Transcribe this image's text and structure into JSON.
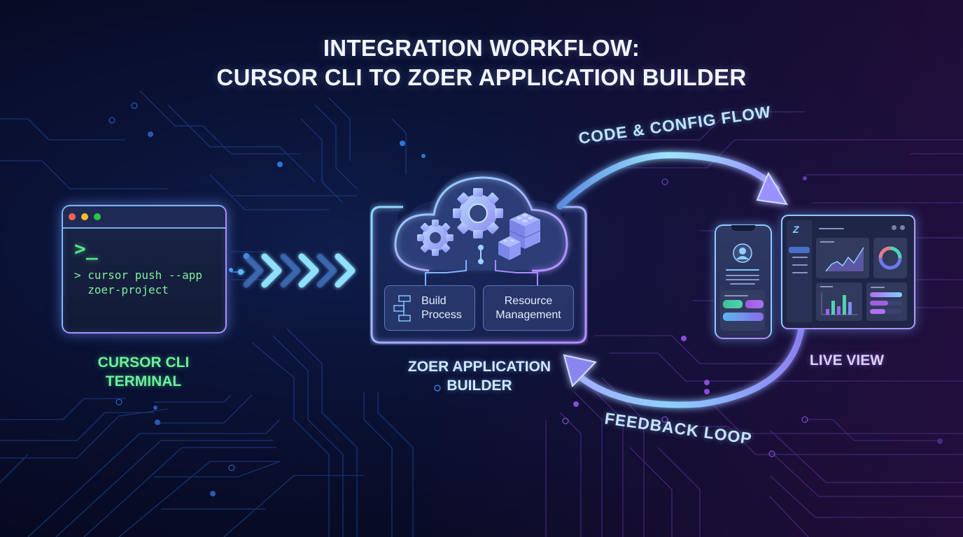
{
  "title": {
    "line1": "INTEGRATION WORKFLOW:",
    "line2": "CURSOR CLI TO ZOER APPLICATION BUILDER"
  },
  "terminal": {
    "window_dots": [
      "#ff5f57",
      "#febc2e",
      "#28c840"
    ],
    "prompt_glyph": ">_",
    "command_line1": "> cursor push --app",
    "command_line2": "  zoer-project",
    "label_line1": "CURSOR CLI",
    "label_line2": "TERMINAL"
  },
  "transfer_arrows": {
    "icon": "chevron-right-icon",
    "count": 6
  },
  "builder": {
    "icons": [
      "cloud-icon",
      "gear-icon",
      "gear-icon",
      "blocks-icon",
      "connector-icon"
    ],
    "build_process": {
      "line1": "Build",
      "line2": "Process",
      "icon": "flowchart-icon"
    },
    "resource_management": {
      "line1": "Resource",
      "line2": "Management"
    },
    "label_line1": "ZOER APPLICATION",
    "label_line2": "BUILDER"
  },
  "flows": {
    "forward": "CODE & CONFIG FLOW",
    "feedback": "FEEDBACK LOOP"
  },
  "live_view": {
    "label": "LIVE VIEW",
    "phone": {
      "icons": [
        "avatar-icon"
      ],
      "buttons": [
        "green-button",
        "purple-button",
        "wide-gradient-button"
      ]
    },
    "dashboard": {
      "logo": "Z",
      "sidebar_items": 4,
      "widgets": [
        "area-chart",
        "donut-chart",
        "bar-chart",
        "progress-bars"
      ]
    }
  },
  "colors": {
    "background": "#070b24",
    "terminal_green": "#6ef09a",
    "glow_blue": "#7fb6ff",
    "glow_purple": "#b08cff",
    "title": "#f4f6ff"
  }
}
